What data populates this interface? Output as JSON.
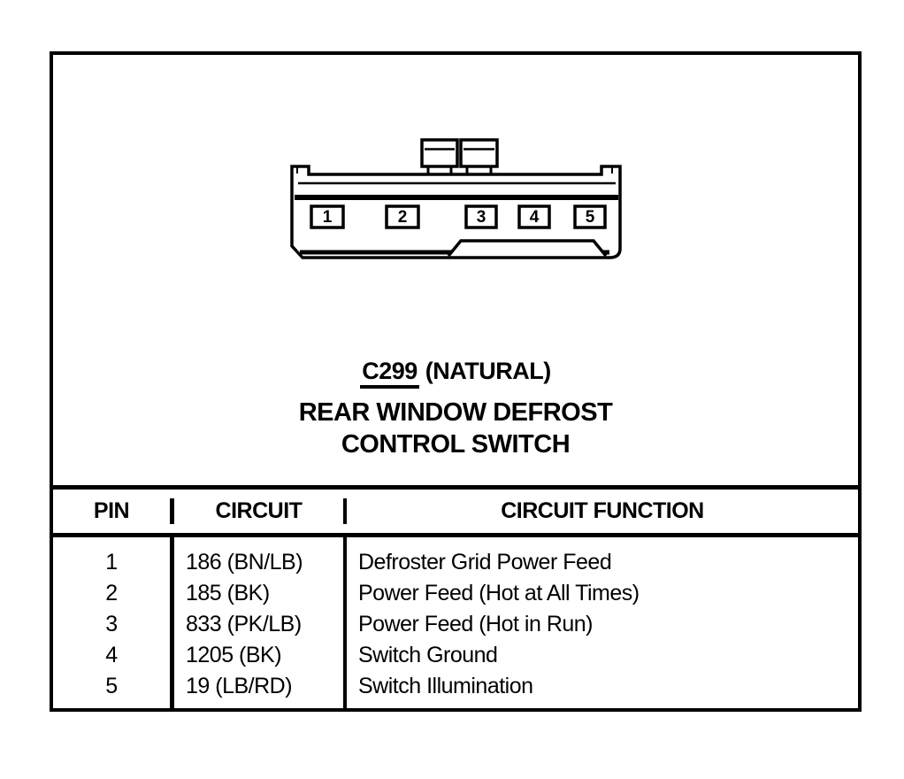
{
  "colors": {
    "ink": "#000000",
    "paper": "#ffffff"
  },
  "connector": {
    "id": "C299",
    "color_note": "(NATURAL)",
    "component_line1": "REAR WINDOW DEFROST",
    "component_line2": "CONTROL SWITCH",
    "pins": [
      "1",
      "2",
      "3",
      "4",
      "5"
    ]
  },
  "table": {
    "headers": [
      "PIN",
      "CIRCUIT",
      "CIRCUIT FUNCTION"
    ],
    "rows": [
      {
        "pin": "1",
        "circuit": "186 (BN/LB)",
        "function": "Defroster Grid Power Feed"
      },
      {
        "pin": "2",
        "circuit": "185 (BK)",
        "function": "Power Feed (Hot at All Times)"
      },
      {
        "pin": "3",
        "circuit": "833 (PK/LB)",
        "function": "Power Feed (Hot in Run)"
      },
      {
        "pin": "4",
        "circuit": "1205 (BK)",
        "function": "Switch Ground"
      },
      {
        "pin": "5",
        "circuit": "19 (LB/RD)",
        "function": "Switch Illumination"
      }
    ]
  }
}
